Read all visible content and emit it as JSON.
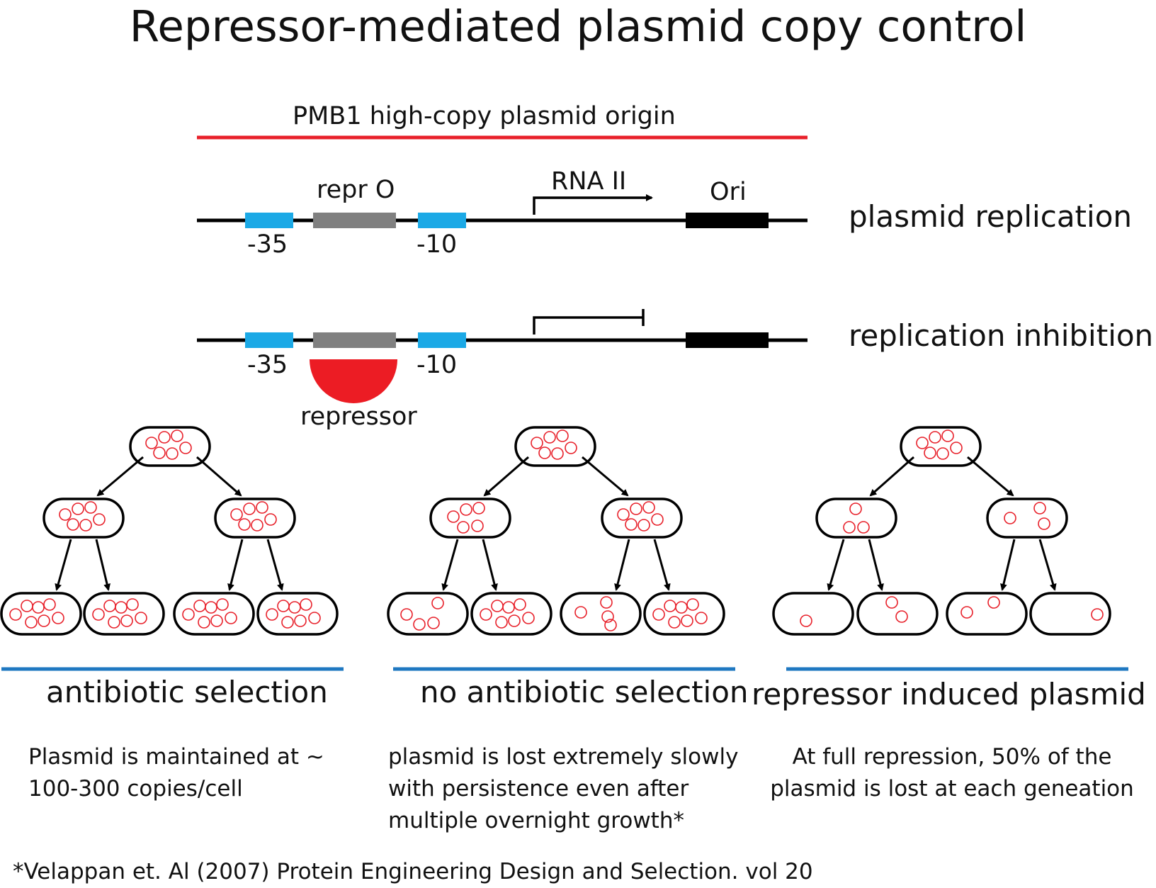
{
  "title": "Repressor-mediated plasmid copy control",
  "origin_label": "PMB1 high-copy plasmid origin",
  "labels": {
    "repr_o": "repr O",
    "rna_ii": "RNA II",
    "ori": "Ori",
    "minus35": "-35",
    "minus10": "-10",
    "repressor": "repressor"
  },
  "rows": {
    "replication": "plasmid replication",
    "inhibition": "replication inhibition"
  },
  "panels": [
    {
      "title": "antibiotic selection",
      "description": "Plasmid is maintained at ~ 100-300 copies/cell"
    },
    {
      "title": "no antibiotic selection",
      "description": "plasmid is lost extremely slowly with persistence even after multiple overnight growth*"
    },
    {
      "title": "repressor  induced plasmid loss",
      "description": "At full repression, 50% of the plasmid is lost at each geneation"
    }
  ],
  "reference": "*Velappan et. Al (2007) Protein Engineering Design and Selection. vol 20",
  "colors": {
    "promoter_box": "#1ba9e6",
    "operator_box": "#808080",
    "origin_bar": "#e8202a",
    "repressor": "#ec1c24",
    "plasmid": "#e8202a",
    "underline": "#1f78c1",
    "ori_box": "#000000"
  }
}
